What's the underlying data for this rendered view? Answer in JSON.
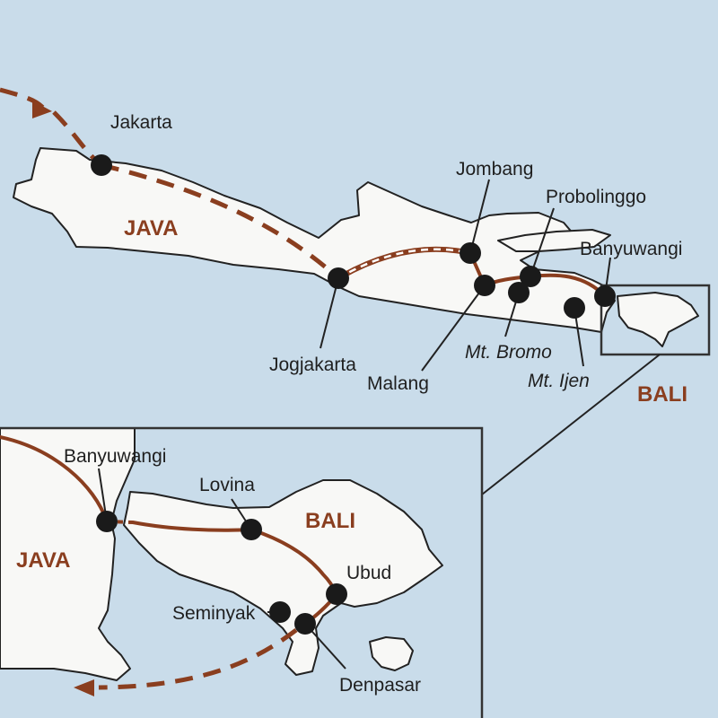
{
  "map": {
    "regions": {
      "java_main": "JAVA",
      "bali_main": "BALI",
      "java_inset": "JAVA",
      "bali_inset": "BALI"
    },
    "places": {
      "jakarta": "Jakarta",
      "jogjakarta": "Jogjakarta",
      "jombang": "Jombang",
      "malang": "Malang",
      "probolinggo": "Probolinggo",
      "mt_bromo": "Mt. Bromo",
      "banyuwangi": "Banyuwangi",
      "mt_ijen": "Mt. Ijen"
    },
    "inset_places": {
      "banyuwangi": "Banyuwangi",
      "lovina": "Lovina",
      "ubud": "Ubud",
      "seminyak": "Seminyak",
      "denpasar": "Denpasar"
    },
    "colors": {
      "sea": "#c9dcea",
      "land": "#f8f8f6",
      "route": "#8a3e1f",
      "stop": "#1a1a1a"
    }
  }
}
